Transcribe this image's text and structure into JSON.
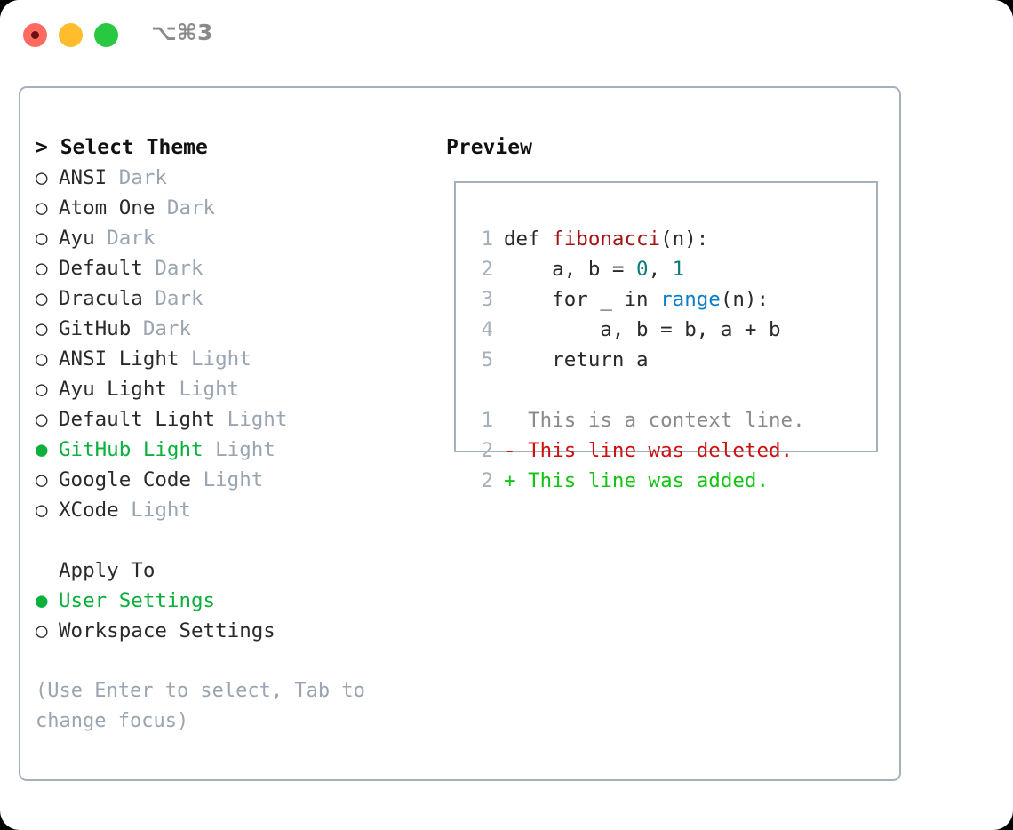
{
  "window": {
    "shortcut": "⌥⌘3",
    "traffic_lights": [
      {
        "name": "close",
        "color": "#ff6b60"
      },
      {
        "name": "minimize",
        "color": "#ffbd2e"
      },
      {
        "name": "maximize",
        "color": "#28c840"
      }
    ]
  },
  "theme_list": {
    "header": "> Select Theme",
    "items": [
      {
        "marker": "○",
        "name": "ANSI",
        "variant": "Dark",
        "selected": false
      },
      {
        "marker": "○",
        "name": "Atom One",
        "variant": "Dark",
        "selected": false
      },
      {
        "marker": "○",
        "name": "Ayu",
        "variant": "Dark",
        "selected": false
      },
      {
        "marker": "○",
        "name": "Default",
        "variant": "Dark",
        "selected": false
      },
      {
        "marker": "○",
        "name": "Dracula",
        "variant": "Dark",
        "selected": false
      },
      {
        "marker": "○",
        "name": "GitHub",
        "variant": "Dark",
        "selected": false
      },
      {
        "marker": "○",
        "name": "ANSI Light",
        "variant": "Light",
        "selected": false
      },
      {
        "marker": "○",
        "name": "Ayu Light",
        "variant": "Light",
        "selected": false
      },
      {
        "marker": "○",
        "name": "Default Light",
        "variant": "Light",
        "selected": false
      },
      {
        "marker": "●",
        "name": "GitHub Light",
        "variant": "Light",
        "selected": true
      },
      {
        "marker": "○",
        "name": "Google Code",
        "variant": "Light",
        "selected": false
      },
      {
        "marker": "○",
        "name": "XCode",
        "variant": "Light",
        "selected": false
      }
    ]
  },
  "apply_to": {
    "header": "Apply To",
    "items": [
      {
        "marker": "●",
        "name": "User Settings",
        "selected": true
      },
      {
        "marker": "○",
        "name": "Workspace Settings",
        "selected": false
      }
    ]
  },
  "hint": "(Use Enter to select, Tab to change focus)",
  "preview": {
    "title": "Preview",
    "code_lines": [
      {
        "num": "1",
        "tokens": [
          {
            "t": "def ",
            "k": "plain"
          },
          {
            "t": "fibonacci",
            "k": "func"
          },
          {
            "t": "(n):",
            "k": "plain"
          }
        ]
      },
      {
        "num": "2",
        "tokens": [
          {
            "t": "    a, b = ",
            "k": "plain"
          },
          {
            "t": "0",
            "k": "num"
          },
          {
            "t": ", ",
            "k": "plain"
          },
          {
            "t": "1",
            "k": "num"
          }
        ]
      },
      {
        "num": "3",
        "tokens": [
          {
            "t": "    for _ in ",
            "k": "plain"
          },
          {
            "t": "range",
            "k": "call"
          },
          {
            "t": "(n):",
            "k": "plain"
          }
        ]
      },
      {
        "num": "4",
        "tokens": [
          {
            "t": "        a, b = b, a + b",
            "k": "plain"
          }
        ]
      },
      {
        "num": "5",
        "tokens": [
          {
            "t": "    return a",
            "k": "plain"
          }
        ]
      }
    ],
    "diff_lines": [
      {
        "num": "1",
        "tokens": [
          {
            "t": "  This is a context line.",
            "k": "ctx"
          }
        ]
      },
      {
        "num": "2",
        "tokens": [
          {
            "t": "- This line was deleted.",
            "k": "del"
          }
        ]
      },
      {
        "num": "2",
        "tokens": [
          {
            "t": "+ This line was added.",
            "k": "add"
          }
        ]
      }
    ]
  },
  "colors": {
    "accent_green": "#0ab03c",
    "muted": "#9aa5b1",
    "border": "#a5b0bd",
    "text": "#2a2a2a",
    "func_red": "#a31515",
    "number_teal": "#0e7c7b",
    "call_blue": "#0b7ec8",
    "diff_delete": "#cc1111",
    "diff_add": "#14c414",
    "diff_context": "#8a8a8a"
  }
}
